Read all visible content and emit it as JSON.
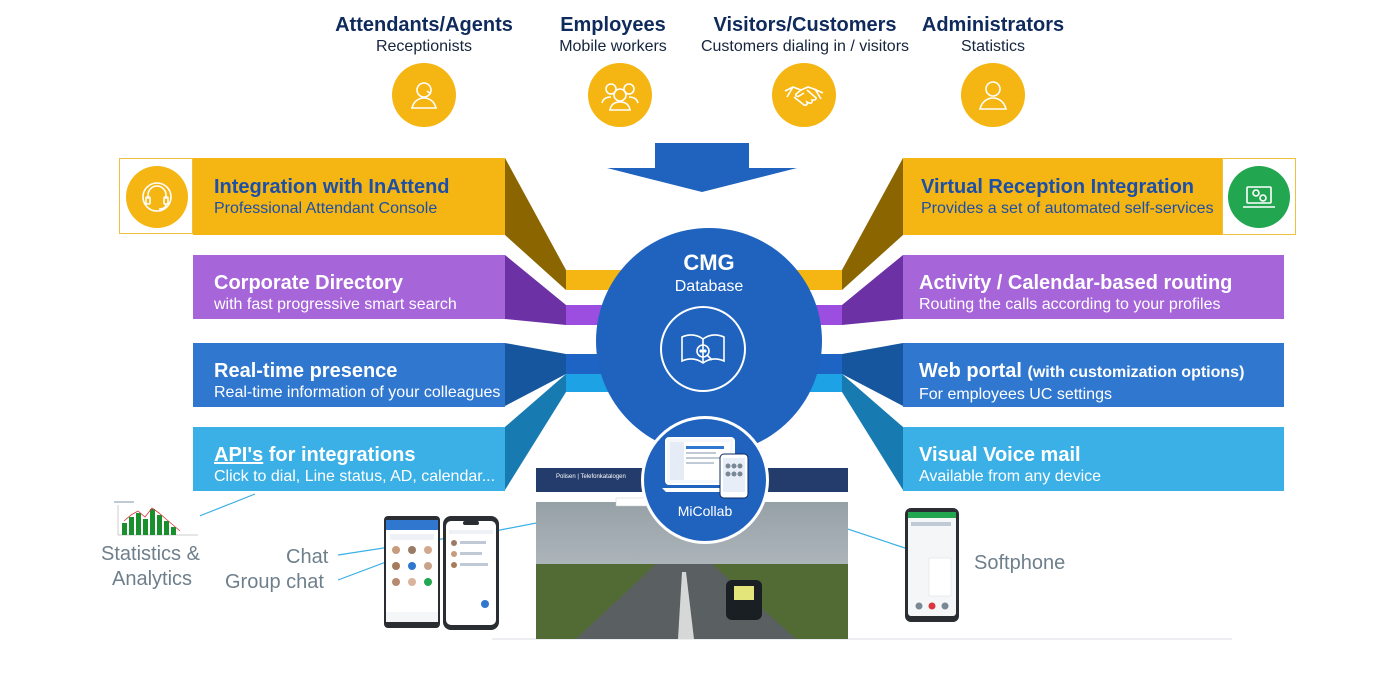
{
  "personas": [
    {
      "title": "Attendants/Agents",
      "subtitle": "Receptionists",
      "icon": "receptionist-icon"
    },
    {
      "title": "Employees",
      "subtitle": "Mobile workers",
      "icon": "group-icon"
    },
    {
      "title": "Visitors/Customers",
      "subtitle": "Customers dialing in / visitors",
      "icon": "handshake-icon"
    },
    {
      "title": "Administrators",
      "subtitle": "Statistics",
      "icon": "user-icon"
    }
  ],
  "hub": {
    "title": "CMG",
    "subtitle": "Database",
    "micollab": "MiCollab"
  },
  "left_features": [
    {
      "title": "Integration with InAttend",
      "subtitle": "Professional Attendant Console",
      "color": "#f5b512"
    },
    {
      "title": "Corporate Directory",
      "subtitle": "with fast progressive smart search",
      "color": "#a665d8"
    },
    {
      "title": "Real-time presence",
      "subtitle": "Real-time information of your colleagues",
      "color": "#2f77cf"
    },
    {
      "title_underlined": "API's",
      "title_rest": " for integrations",
      "subtitle": "Click to dial, Line status, AD, calendar...",
      "color": "#3ab0e6"
    }
  ],
  "right_features": [
    {
      "title": "Virtual Reception Integration",
      "subtitle": "Provides a set of automated self-services",
      "color": "#f5b512"
    },
    {
      "title": "Activity / Calendar-based routing",
      "subtitle": "Routing the calls according to your profiles",
      "color": "#a665d8"
    },
    {
      "title": "Web portal",
      "title_note": "(with customization options)",
      "subtitle": "For employees UC settings",
      "color": "#2f77cf"
    },
    {
      "title": "Visual Voice mail",
      "subtitle": "Available from any device",
      "color": "#3ab0e6"
    }
  ],
  "bottom_labels": {
    "statistics": "Statistics &",
    "analytics": "Analytics",
    "chat": "Chat",
    "group_chat": "Group chat",
    "softphone": "Softphone"
  },
  "screenshot": {
    "header": "Polisen | Telefonkatalogen"
  }
}
